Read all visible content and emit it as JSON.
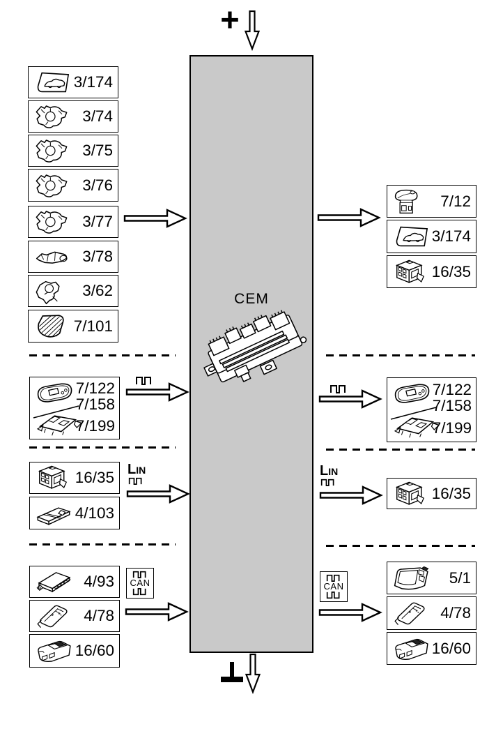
{
  "colors": {
    "cem_fill": "#c9c9c9",
    "line": "#000000",
    "box_bg": "#ffffff"
  },
  "cem": {
    "label": "CEM"
  },
  "power": {
    "plus": "+"
  },
  "bus": {
    "lin": "LIN",
    "can": "CAN"
  },
  "icons": {
    "window_car": "window-car-icon",
    "lock_actuator": "door-lock-actuator-icon",
    "door_latch": "door-latch-icon",
    "lock_small": "lock-mechanism-icon",
    "pad": "hatched-pad-icon",
    "console": "overhead-console-icon",
    "board": "module-board-icon",
    "relay": "relay-box-icon",
    "slab": "flat-slab-module-icon",
    "ecu": "ecu-module-icon",
    "pinmod": "pin-module-icon",
    "ctrl": "control-module-icon",
    "mirror": "mirror-mount-icon",
    "cluster": "instrument-cluster-icon",
    "ground": "ground-icon",
    "arrow": "flow-arrow-icon",
    "wave": "pulse-wave-icon"
  },
  "left": {
    "g1": [
      {
        "label": "3/174"
      },
      {
        "label": "3/74"
      },
      {
        "label": "3/75"
      },
      {
        "label": "3/76"
      },
      {
        "label": "3/77"
      },
      {
        "label": "3/78"
      },
      {
        "label": "3/62"
      },
      {
        "label": "7/101"
      }
    ],
    "g2": {
      "top_labels": [
        "7/122",
        "7/158"
      ],
      "bottom_label": "7/199"
    },
    "g3": [
      {
        "label": "16/35"
      },
      {
        "label": "4/103"
      }
    ],
    "g4": [
      {
        "label": "4/93"
      },
      {
        "label": "4/78"
      },
      {
        "label": "16/60"
      }
    ]
  },
  "right": {
    "g1": [
      {
        "label": "7/12"
      },
      {
        "label": "3/174"
      },
      {
        "label": "16/35"
      }
    ],
    "g2": {
      "top_labels": [
        "7/122",
        "7/158"
      ],
      "bottom_label": "7/199"
    },
    "g3": [
      {
        "label": "16/35"
      }
    ],
    "g4": [
      {
        "label": "5/1"
      },
      {
        "label": "4/78"
      },
      {
        "label": "16/60"
      }
    ]
  }
}
